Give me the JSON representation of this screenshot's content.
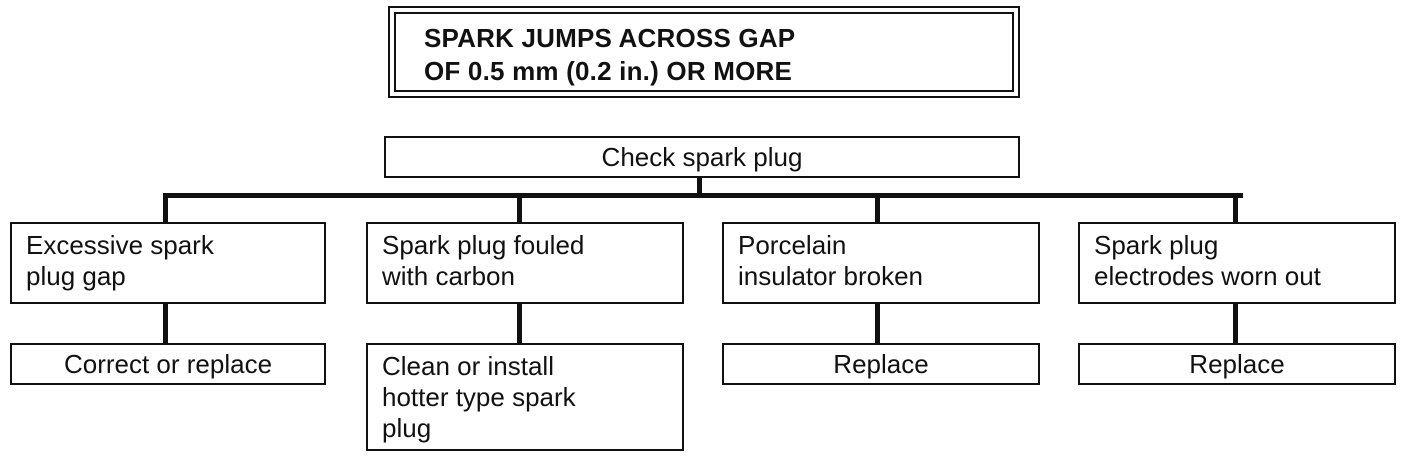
{
  "header": {
    "line1": "SPARK JUMPS ACROSS GAP",
    "line2": "OF 0.5 mm (0.2 in.) OR MORE"
  },
  "check": {
    "label": "Check spark plug"
  },
  "branches": [
    {
      "cause": [
        "Excessive spark",
        "plug gap"
      ],
      "remedy": [
        "Correct or replace"
      ]
    },
    {
      "cause": [
        "Spark plug fouled",
        "with carbon"
      ],
      "remedy": [
        "Clean or install",
        "hotter type spark",
        "plug"
      ]
    },
    {
      "cause": [
        "Porcelain",
        "insulator broken"
      ],
      "remedy": [
        "Replace"
      ]
    },
    {
      "cause": [
        "Spark plug",
        "electrodes worn out"
      ],
      "remedy": [
        "Replace"
      ]
    }
  ]
}
